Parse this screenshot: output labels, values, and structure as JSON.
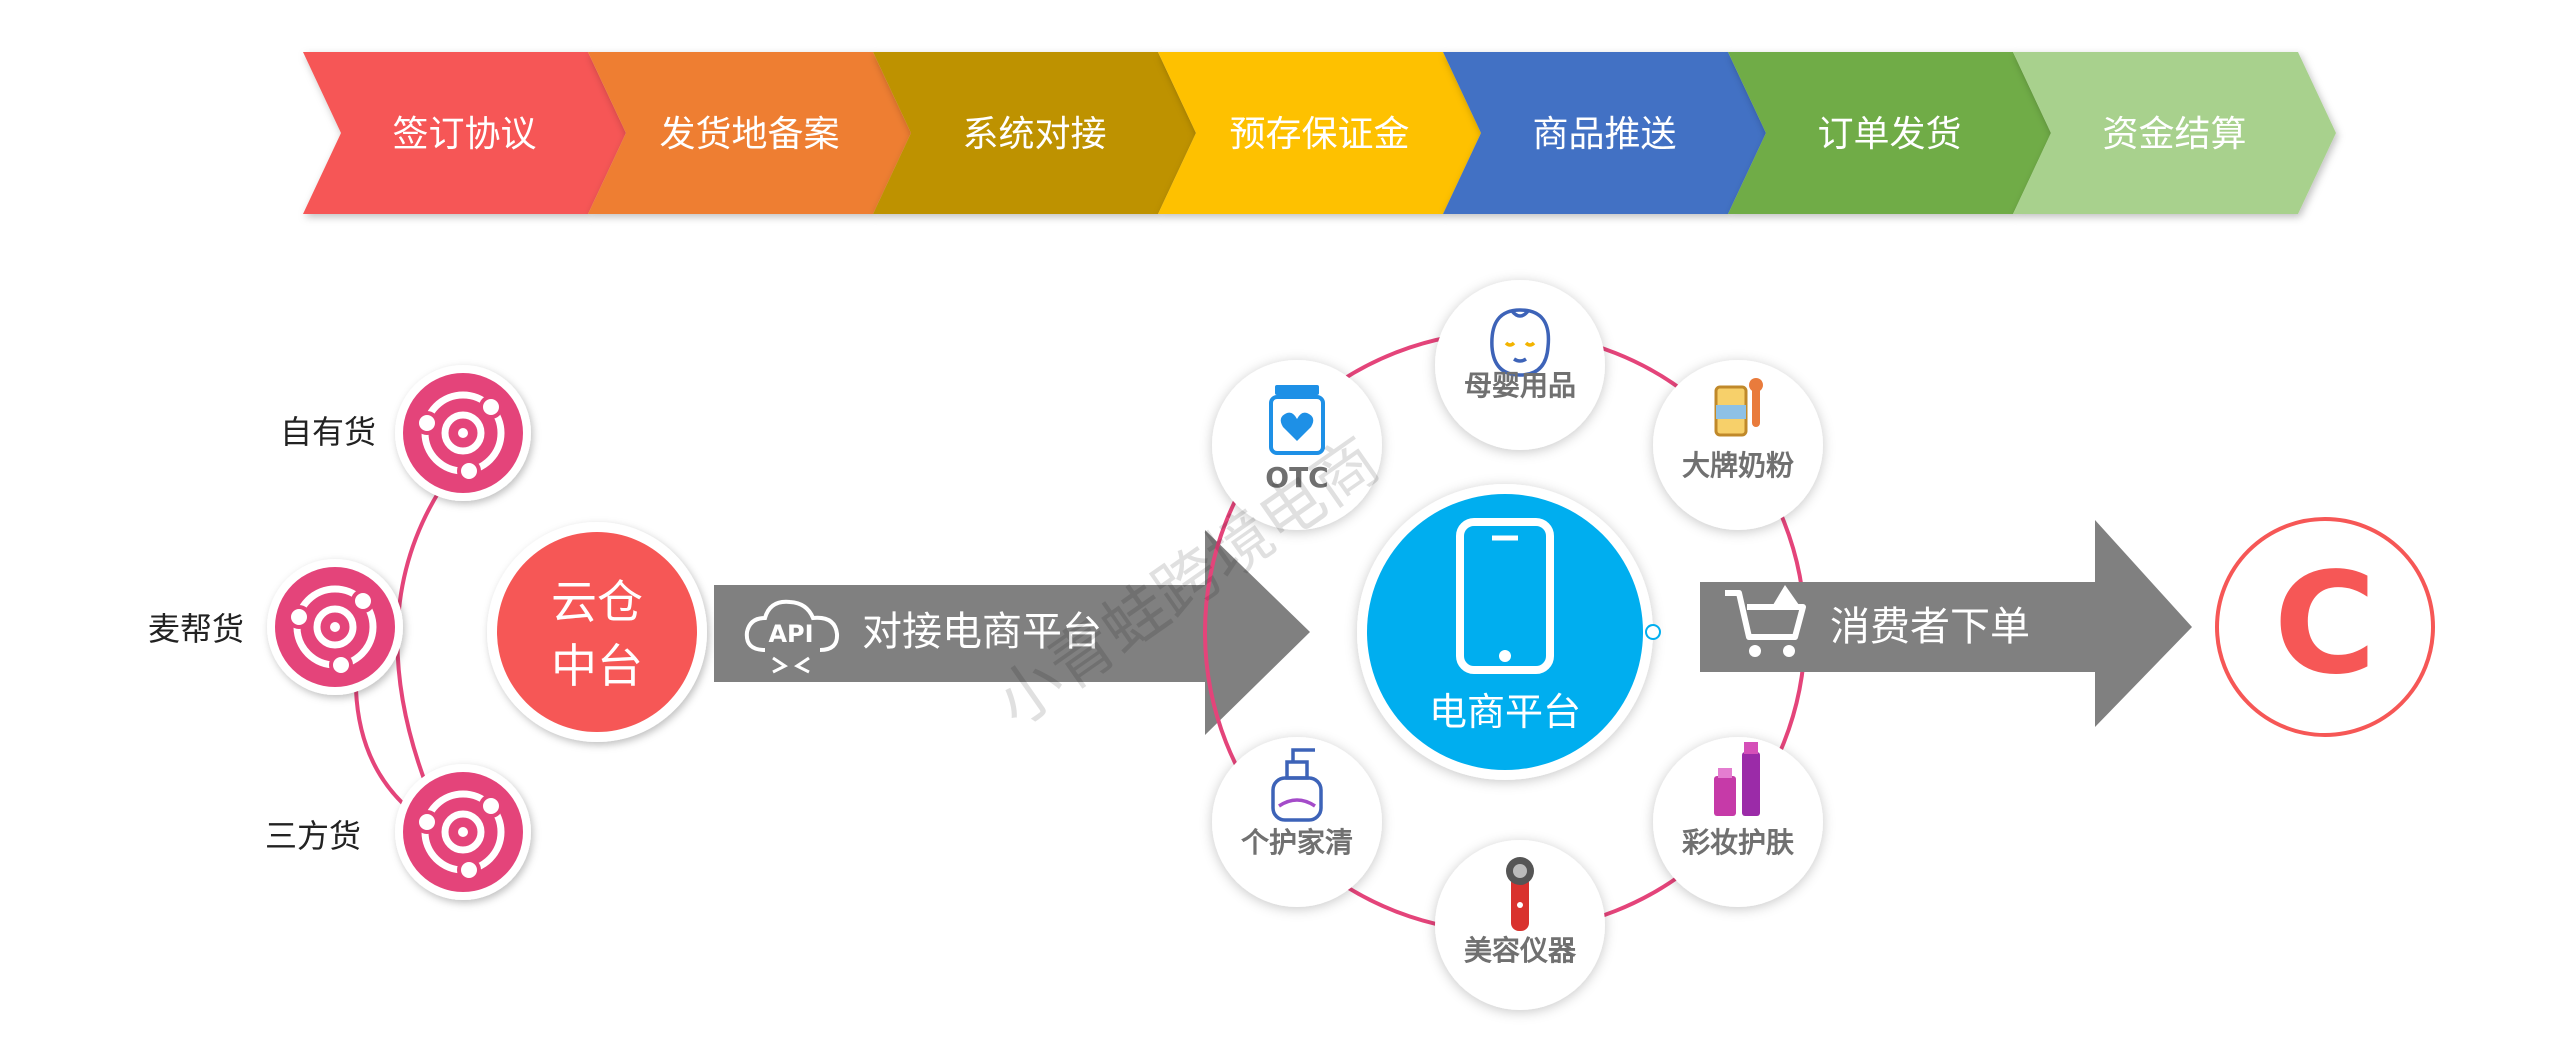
{
  "process_steps": [
    {
      "label": "签订协议",
      "color": "#F65756"
    },
    {
      "label": "发货地备案",
      "color": "#EE7E33"
    },
    {
      "label": "系统对接",
      "color": "#BE9205"
    },
    {
      "label": "预存保证金",
      "color": "#FEC104"
    },
    {
      "label": "商品推送",
      "color": "#4371C4"
    },
    {
      "label": "订单发货",
      "color": "#6FAC46"
    },
    {
      "label": "资金结算",
      "color": "#A8D18D"
    }
  ],
  "sources": {
    "items": [
      {
        "label": "自有货",
        "icon": "hub-ring-icon"
      },
      {
        "label": "麦帮货",
        "icon": "hub-ring-icon"
      },
      {
        "label": "三方货",
        "icon": "hub-ring-icon"
      }
    ],
    "hub_line1": "云仓",
    "hub_line2": "中台",
    "icon_color": "#E4447A",
    "hub_color": "#F65756"
  },
  "connect_arrow": {
    "icon_text": "API",
    "label": "对接电商平台",
    "color": "#808080"
  },
  "platform": {
    "label": "电商平台",
    "color": "#00AEEF",
    "icon": "smartphone-icon",
    "categories": [
      {
        "label": "母婴用品",
        "icon": "baby-face-icon"
      },
      {
        "label": "大牌奶粉",
        "icon": "formula-can-icon"
      },
      {
        "label": "彩妆护肤",
        "icon": "cosmetics-icon"
      },
      {
        "label": "美容仪器",
        "icon": "beauty-device-icon"
      },
      {
        "label": "个护家清",
        "icon": "pump-bottle-icon"
      },
      {
        "label": "OTC",
        "icon": "medicine-jar-icon"
      }
    ]
  },
  "order_arrow": {
    "label": "消费者下单",
    "icon": "shopping-cart-icon",
    "color": "#808080"
  },
  "consumer": {
    "letter": "C",
    "color": "#F65756"
  },
  "watermark": "小青蛙跨境电商"
}
